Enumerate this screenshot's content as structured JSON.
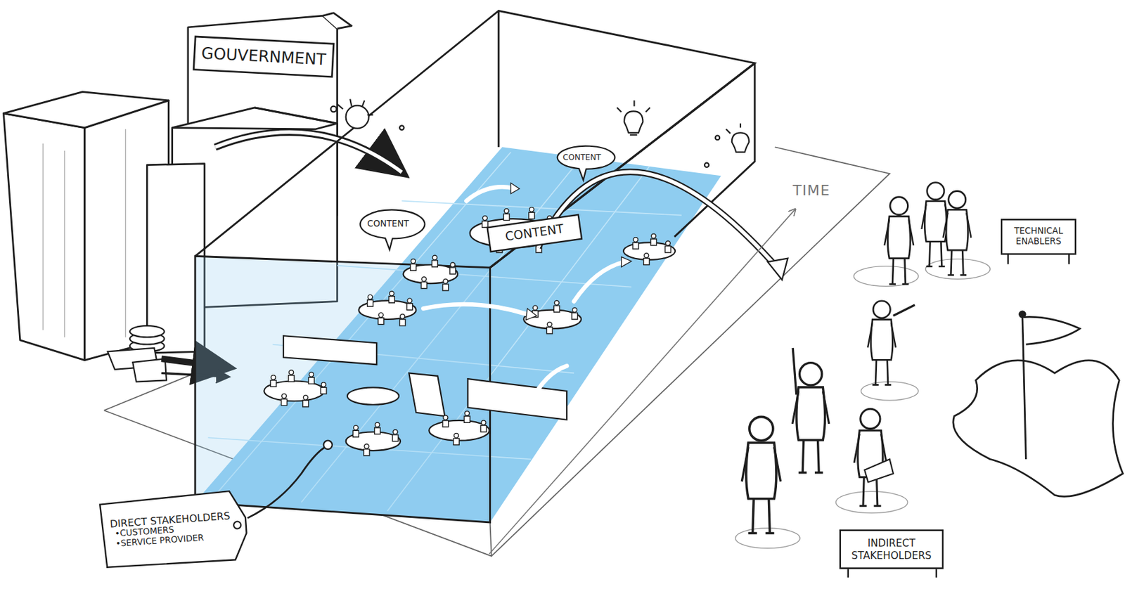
{
  "diagram": {
    "nodes": [
      {
        "text": [
          "GOUVERNMENT"
        ]
      },
      {
        "text": [
          "CONTENT"
        ]
      },
      {
        "text": [
          "CONTENT"
        ]
      },
      {
        "text": [
          "CONTENT"
        ]
      },
      {
        "text": [
          "TECHNICAL ENABLERS"
        ]
      },
      {
        "text": [
          "DIRECT STAKEHOLDERS",
          "•CUSTOMERS",
          "•SERVICE PROVIDER"
        ]
      },
      {
        "text": [
          "INDIRECT STAKEHOLDERS"
        ]
      }
    ],
    "labels": [
      "TIME"
    ]
  }
}
